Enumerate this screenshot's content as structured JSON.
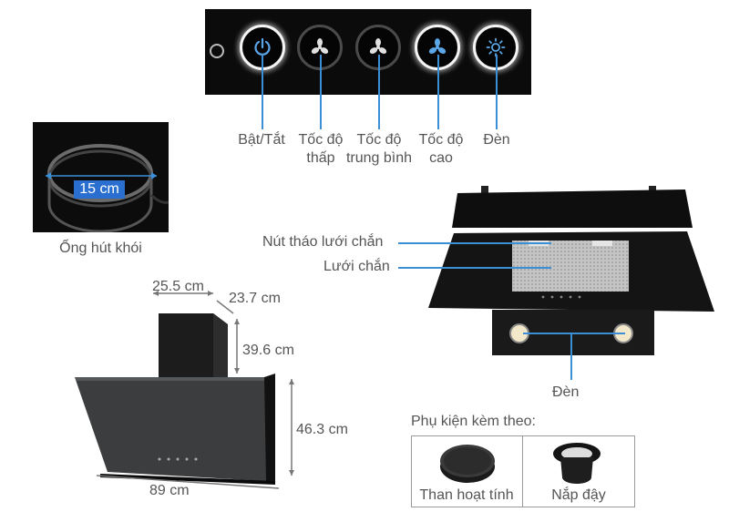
{
  "panel": {
    "buttons": [
      {
        "id": "power",
        "label_lines": [
          "Bật/Tắt"
        ],
        "icon": "power-icon",
        "lit": true
      },
      {
        "id": "fan-low",
        "label_lines": [
          "Tốc độ",
          "thấp"
        ],
        "icon": "fan-icon",
        "lit": false
      },
      {
        "id": "fan-mid",
        "label_lines": [
          "Tốc độ",
          "trung bình"
        ],
        "icon": "fan-icon",
        "lit": false
      },
      {
        "id": "fan-high",
        "label_lines": [
          "Tốc độ",
          "cao"
        ],
        "icon": "fan-icon",
        "lit": true
      },
      {
        "id": "light",
        "label_lines": [
          "Đèn"
        ],
        "icon": "light-icon",
        "lit": true
      }
    ]
  },
  "tube": {
    "dimension": "15 cm",
    "caption": "Ống hút khói"
  },
  "dimensions": {
    "top_depth": "25.5 cm",
    "top_width": "23.7 cm",
    "chimney_height": "39.6 cm",
    "body_height": "46.3 cm",
    "width": "89 cm"
  },
  "hood_labels": {
    "filter_release": "Nút tháo lưới chắn",
    "filter": "Lưới chắn",
    "lights": "Đèn"
  },
  "accessories": {
    "title": "Phụ kiện kèm theo:",
    "items": [
      "Than hoạt tính",
      "Nắp đậy"
    ]
  },
  "colors": {
    "accent": "#3a8fd6",
    "panel_bg": "#0b0b0b"
  }
}
